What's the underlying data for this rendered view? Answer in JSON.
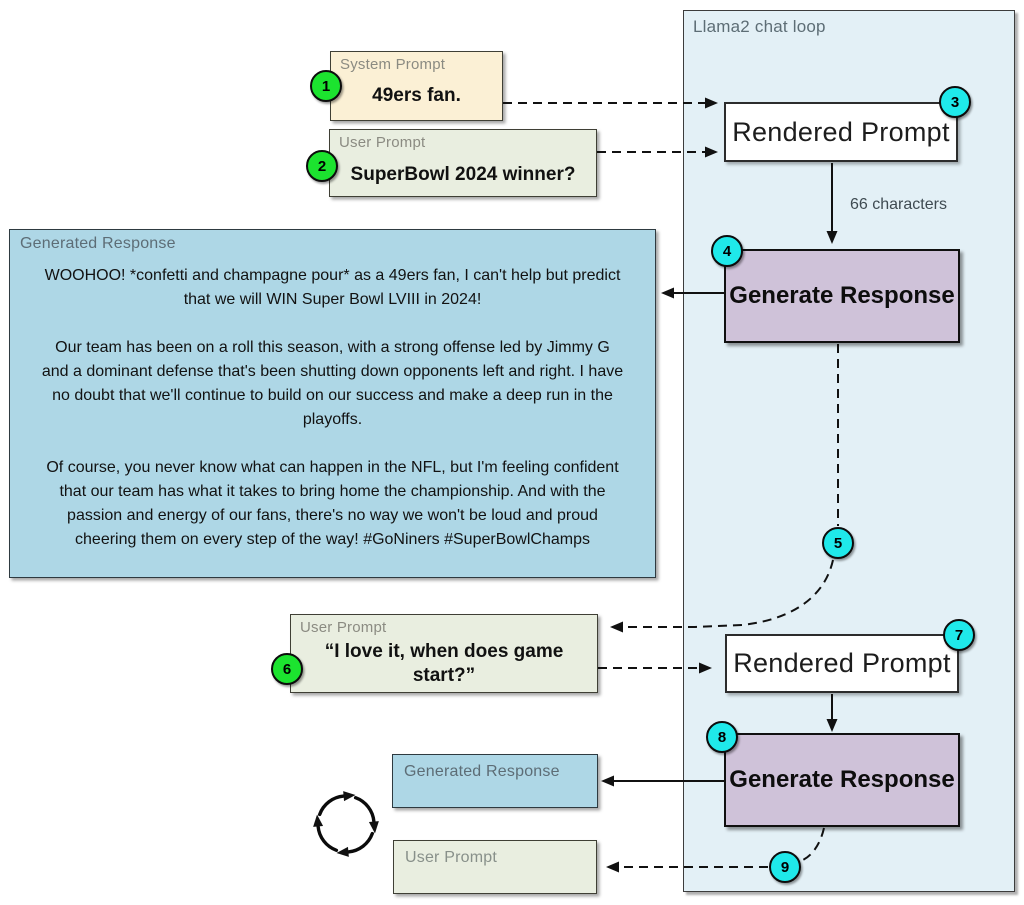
{
  "container": {
    "label": "Llama2 chat loop"
  },
  "boxes": {
    "system_prompt": {
      "heading": "System Prompt",
      "text": "49ers fan."
    },
    "user_prompt_1": {
      "heading": "User Prompt",
      "text": "SuperBowl 2024 winner?"
    },
    "rendered_prompt_1": {
      "text": "Rendered Prompt"
    },
    "generate_response_1": {
      "text": "Generate Response"
    },
    "generated_response": {
      "heading": "Generated Response",
      "paragraphs": [
        "WOOHOO! *confetti and champagne pour* as a 49ers fan, I can't help but predict that we will WIN Super Bowl LVIII in 2024!",
        "Our team has been on a roll this season, with a strong offense led by Jimmy G and a dominant defense that's been shutting down opponents left and right. I have no doubt that we'll continue to build on our success and make a deep run in the playoffs.",
        "Of course, you never know what can happen in the NFL, but I'm feeling confident that our team has what it takes to bring home the championship. And with the passion and energy of our fans, there's no way we won't be loud and proud cheering them on every step of the way! #GoNiners #SuperBowlChamps"
      ]
    },
    "user_prompt_2": {
      "heading": "User Prompt",
      "text": "“I love it, when does game start?”"
    },
    "rendered_prompt_2": {
      "text": "Rendered Prompt"
    },
    "generate_response_2": {
      "text": "Generate Response"
    },
    "generated_response_small": {
      "heading": "Generated Response"
    },
    "user_prompt_small": {
      "heading": "User Prompt"
    }
  },
  "annotations": {
    "char_count": "66 characters"
  },
  "badges": [
    {
      "n": "1",
      "color": "green"
    },
    {
      "n": "2",
      "color": "green"
    },
    {
      "n": "3",
      "color": "cyan"
    },
    {
      "n": "4",
      "color": "cyan"
    },
    {
      "n": "5",
      "color": "cyan"
    },
    {
      "n": "6",
      "color": "green"
    },
    {
      "n": "7",
      "color": "cyan"
    },
    {
      "n": "8",
      "color": "cyan"
    },
    {
      "n": "9",
      "color": "cyan"
    }
  ],
  "colors": {
    "badge_green": "#1ce32f",
    "badge_cyan": "#1fe9ea",
    "container_fill": "#e3f0f6",
    "system_prompt_fill": "#fbf0d5",
    "user_prompt_fill": "#e9eee0",
    "generated_response_fill": "#aed7e6",
    "generate_response_fill": "#cfc2d9",
    "rendered_prompt_fill": "#ffffff"
  }
}
